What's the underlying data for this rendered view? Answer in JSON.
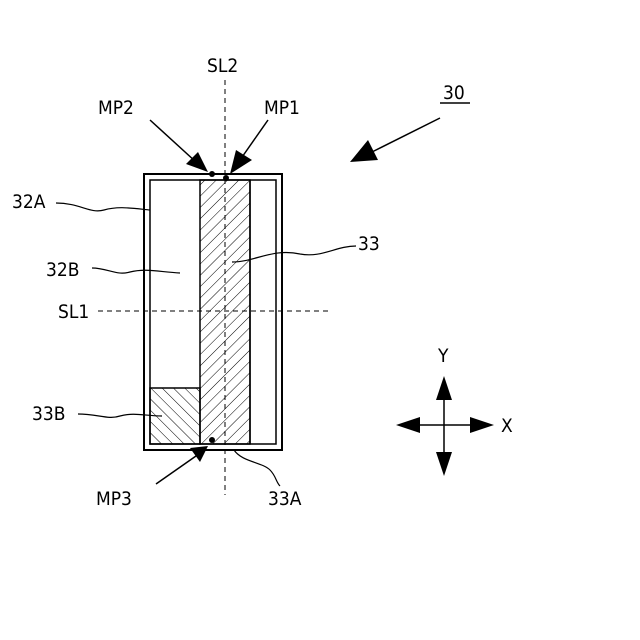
{
  "labels": {
    "ref_number": "30",
    "sl2": "SL2",
    "sl1": "SL1",
    "mp1": "MP1",
    "mp2": "MP2",
    "mp3": "MP3",
    "ref_32a": "32A",
    "ref_32b": "32B",
    "ref_33": "33",
    "ref_33a": "33A",
    "ref_33b": "33B",
    "axis_x": "X",
    "axis_y": "Y"
  }
}
